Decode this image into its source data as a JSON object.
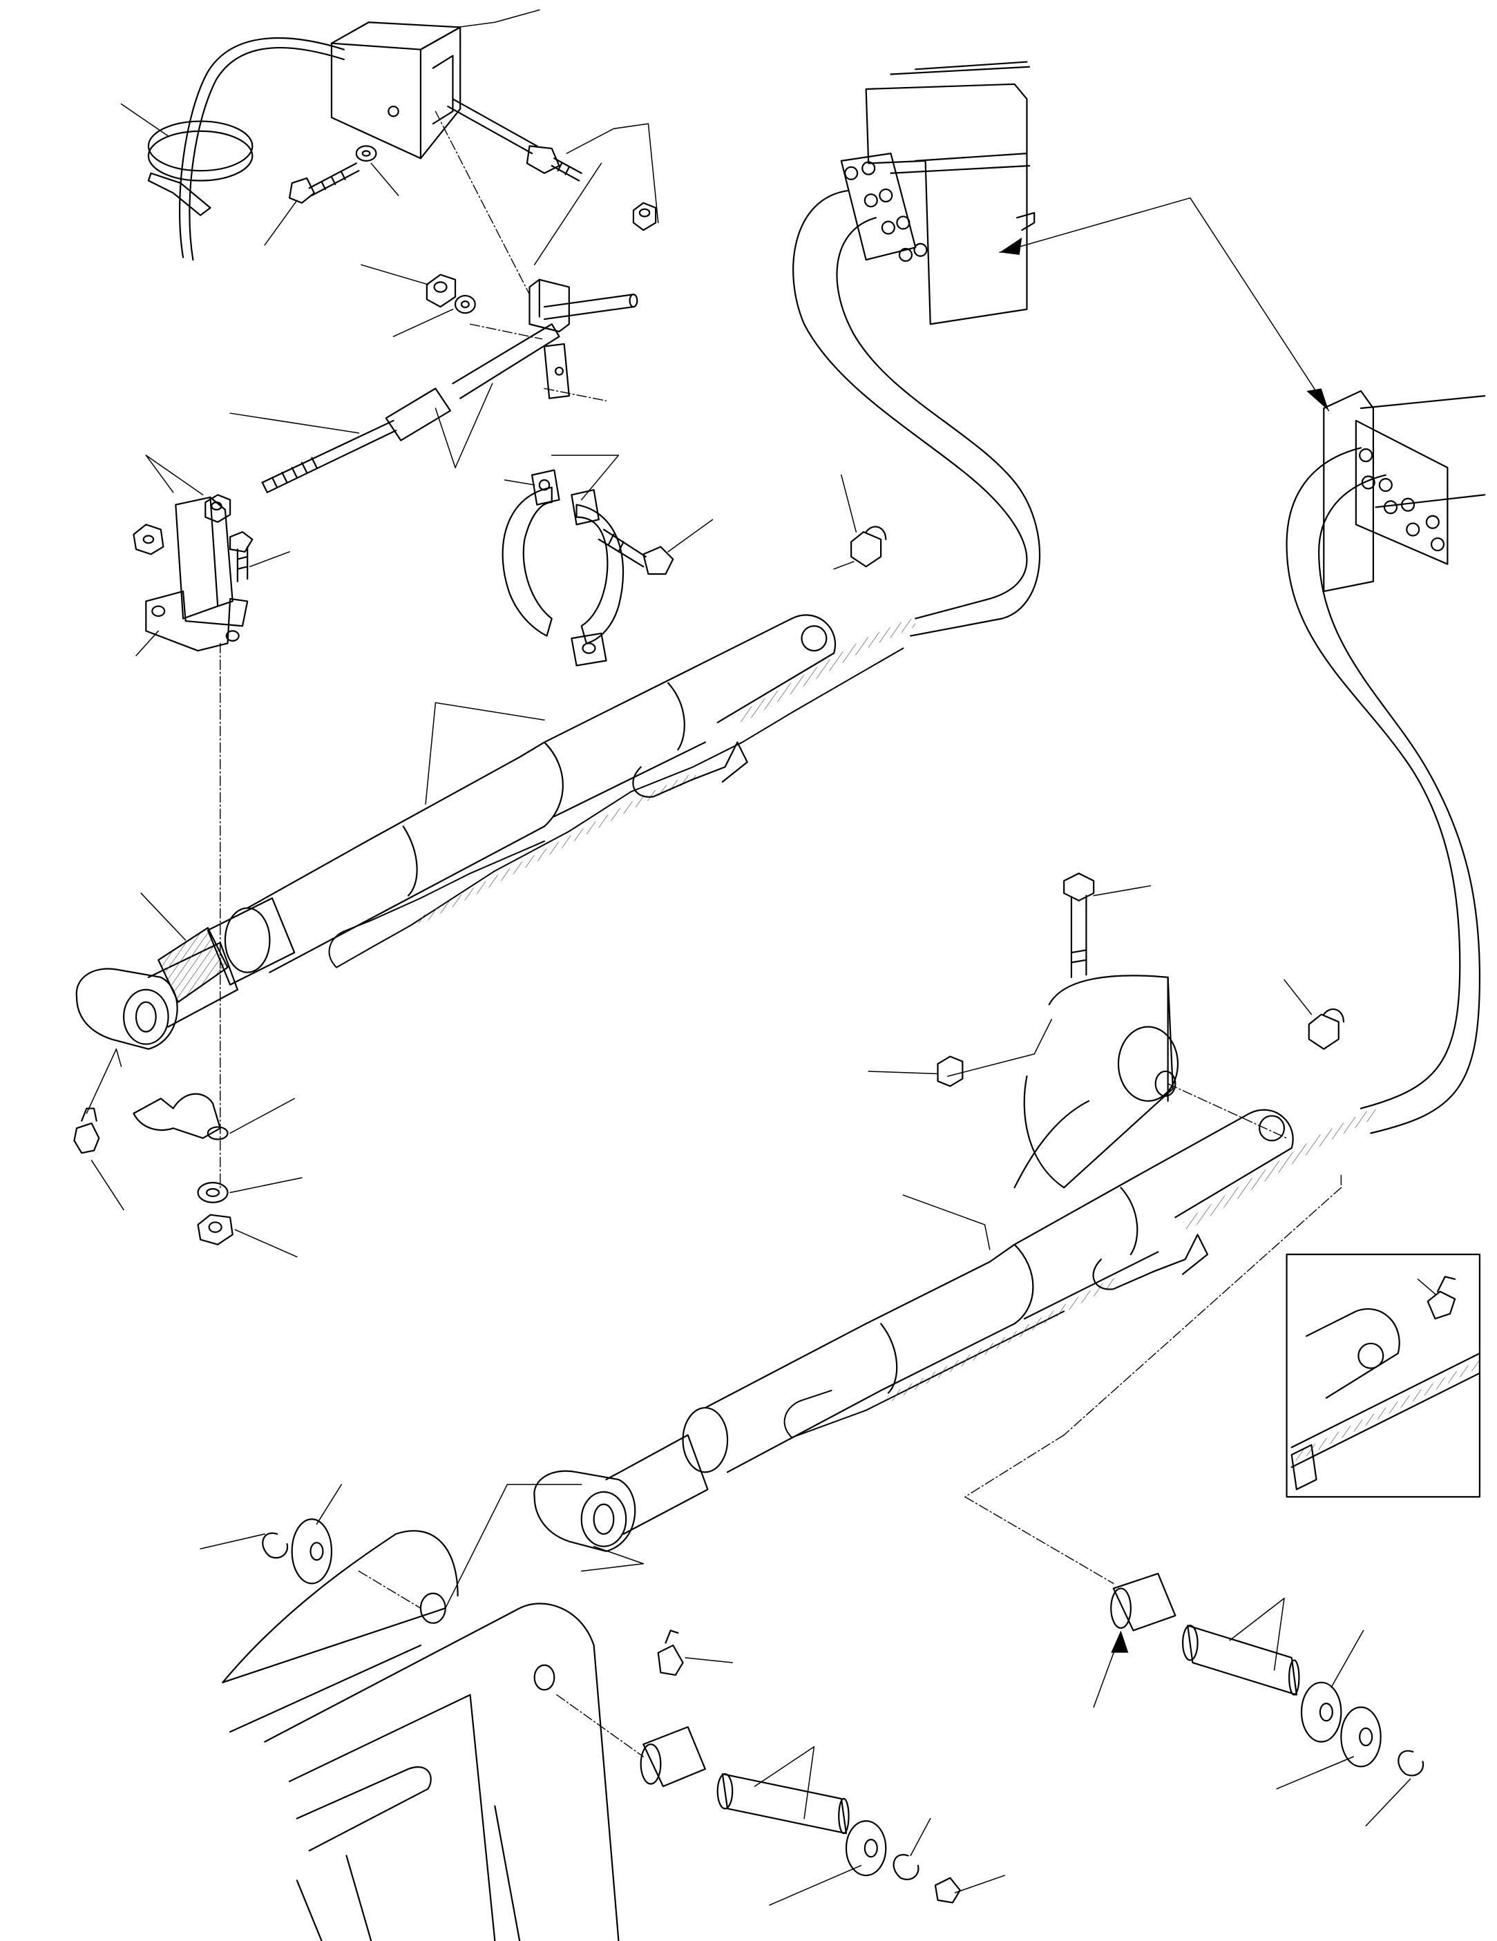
{
  "diagram": {
    "kind": "exploded parts illustration",
    "printed_text": [],
    "colors": {
      "ink": "#000000",
      "paper": "#ffffff",
      "hatch": "#555555"
    },
    "parts": [
      "junction-box",
      "cable-tie",
      "screw",
      "washer",
      "nut",
      "cable",
      "rod",
      "clamp",
      "u-bolt-bracket",
      "upper-cylinder",
      "lower-cylinder",
      "hose",
      "bulkhead-block",
      "grease-nipple",
      "elbow-fitting",
      "pin",
      "bushing",
      "flat-washer",
      "snap-ring",
      "boom-arm",
      "detail-inset"
    ],
    "label_callouts": 44
  }
}
